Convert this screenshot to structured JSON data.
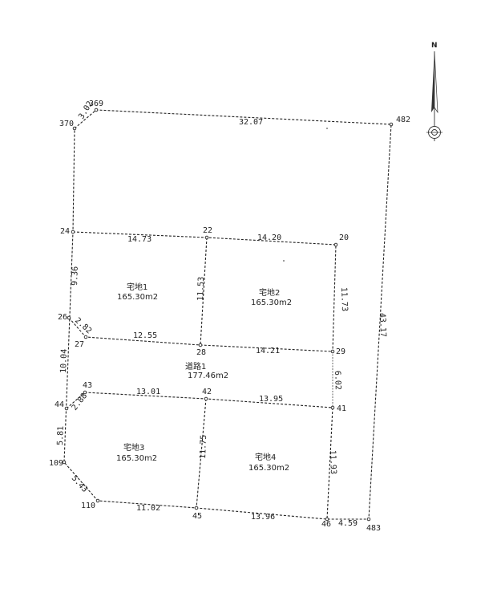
{
  "compass": {
    "label": "N"
  },
  "points": {
    "p369": "369",
    "p370": "370",
    "p482": "482",
    "p24": "24",
    "p22": "22",
    "p20": "20",
    "p26": "26",
    "p27": "27",
    "p28": "28",
    "p29": "29",
    "p43": "43",
    "p42": "42",
    "p44": "44",
    "p41": "41",
    "p109": "109",
    "p110": "110",
    "p45": "45",
    "p46": "46",
    "p483": "483"
  },
  "dimensions": {
    "d_370_369": "3.02",
    "d_369_482": "32.07",
    "d_24_22": "14.73",
    "d_22_20": "14.20",
    "d_24_26": "9.36",
    "d_22_28": "11.53",
    "d_20_29": "11.73",
    "d_482_483": "43.17",
    "d_26_27": "2.82",
    "d_27_28": "12.55",
    "d_28_29": "14.21",
    "d_26_44": "10.04",
    "d_29_41": "6.02",
    "d_43_42": "13.01",
    "d_42_41": "13.95",
    "d_44_43": "2.88",
    "d_44_109": "5.81",
    "d_42_45": "11.75",
    "d_41_46": "11.93",
    "d_109_110": "5.43",
    "d_110_45": "11.02",
    "d_45_46": "13.96",
    "d_46_483": "4.59"
  },
  "lots": [
    {
      "name": "宅地1",
      "area": "165.30m2"
    },
    {
      "name": "宅地2",
      "area": "165.30m2"
    },
    {
      "name": "道路1",
      "area": "177.46m2"
    },
    {
      "name": "宅地3",
      "area": "165.30m2"
    },
    {
      "name": "宅地4",
      "area": "165.30m2"
    }
  ]
}
